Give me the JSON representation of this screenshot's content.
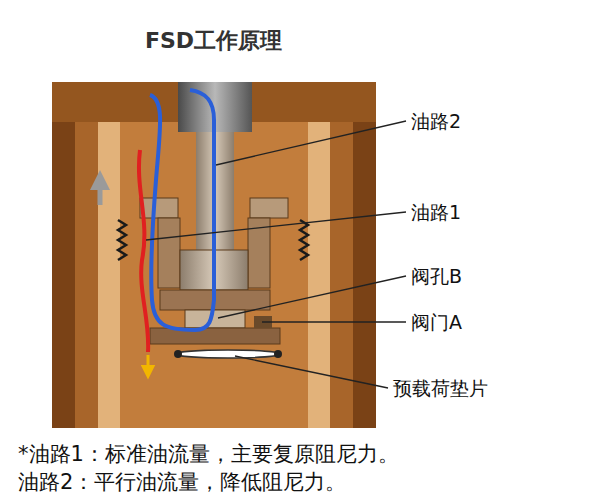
{
  "diagram": {
    "title": "FSD工作原理",
    "labels": [
      "油路2",
      "油路1",
      "阀孔B",
      "阀门A",
      "预载荷垫片",
      "*油路1：标准油流量，主要复原阻尼力。",
      "油路2：平行油流量，降低阻尼力。"
    ]
  }
}
